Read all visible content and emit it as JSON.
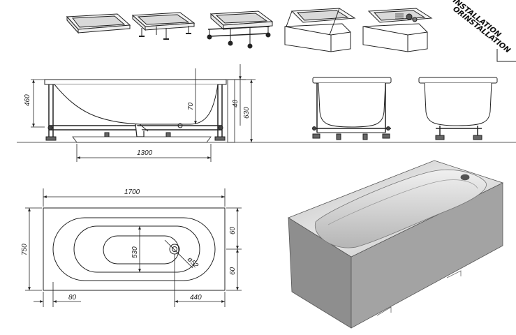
{
  "installation_banner": {
    "line1": "INSTALLATION",
    "line2": "ORINSTALLATION"
  },
  "side_view": {
    "height_label": "460",
    "drain_rise_label": "70",
    "rim_label": "40",
    "total_height_label": "630",
    "leg_span_label": "1300"
  },
  "top_view": {
    "length_label": "1700",
    "width_label": "750",
    "inner_width_label": "530",
    "offset_label_upper": "60",
    "offset_label_lower": "60",
    "edge_offset_label": "80",
    "drain_offset_label": "440",
    "drain_diameter_label": "ø52"
  },
  "colors": {
    "line": "#222222",
    "panel_fill": "#9a9a9a",
    "tub_fill": "#d6d6d6"
  }
}
